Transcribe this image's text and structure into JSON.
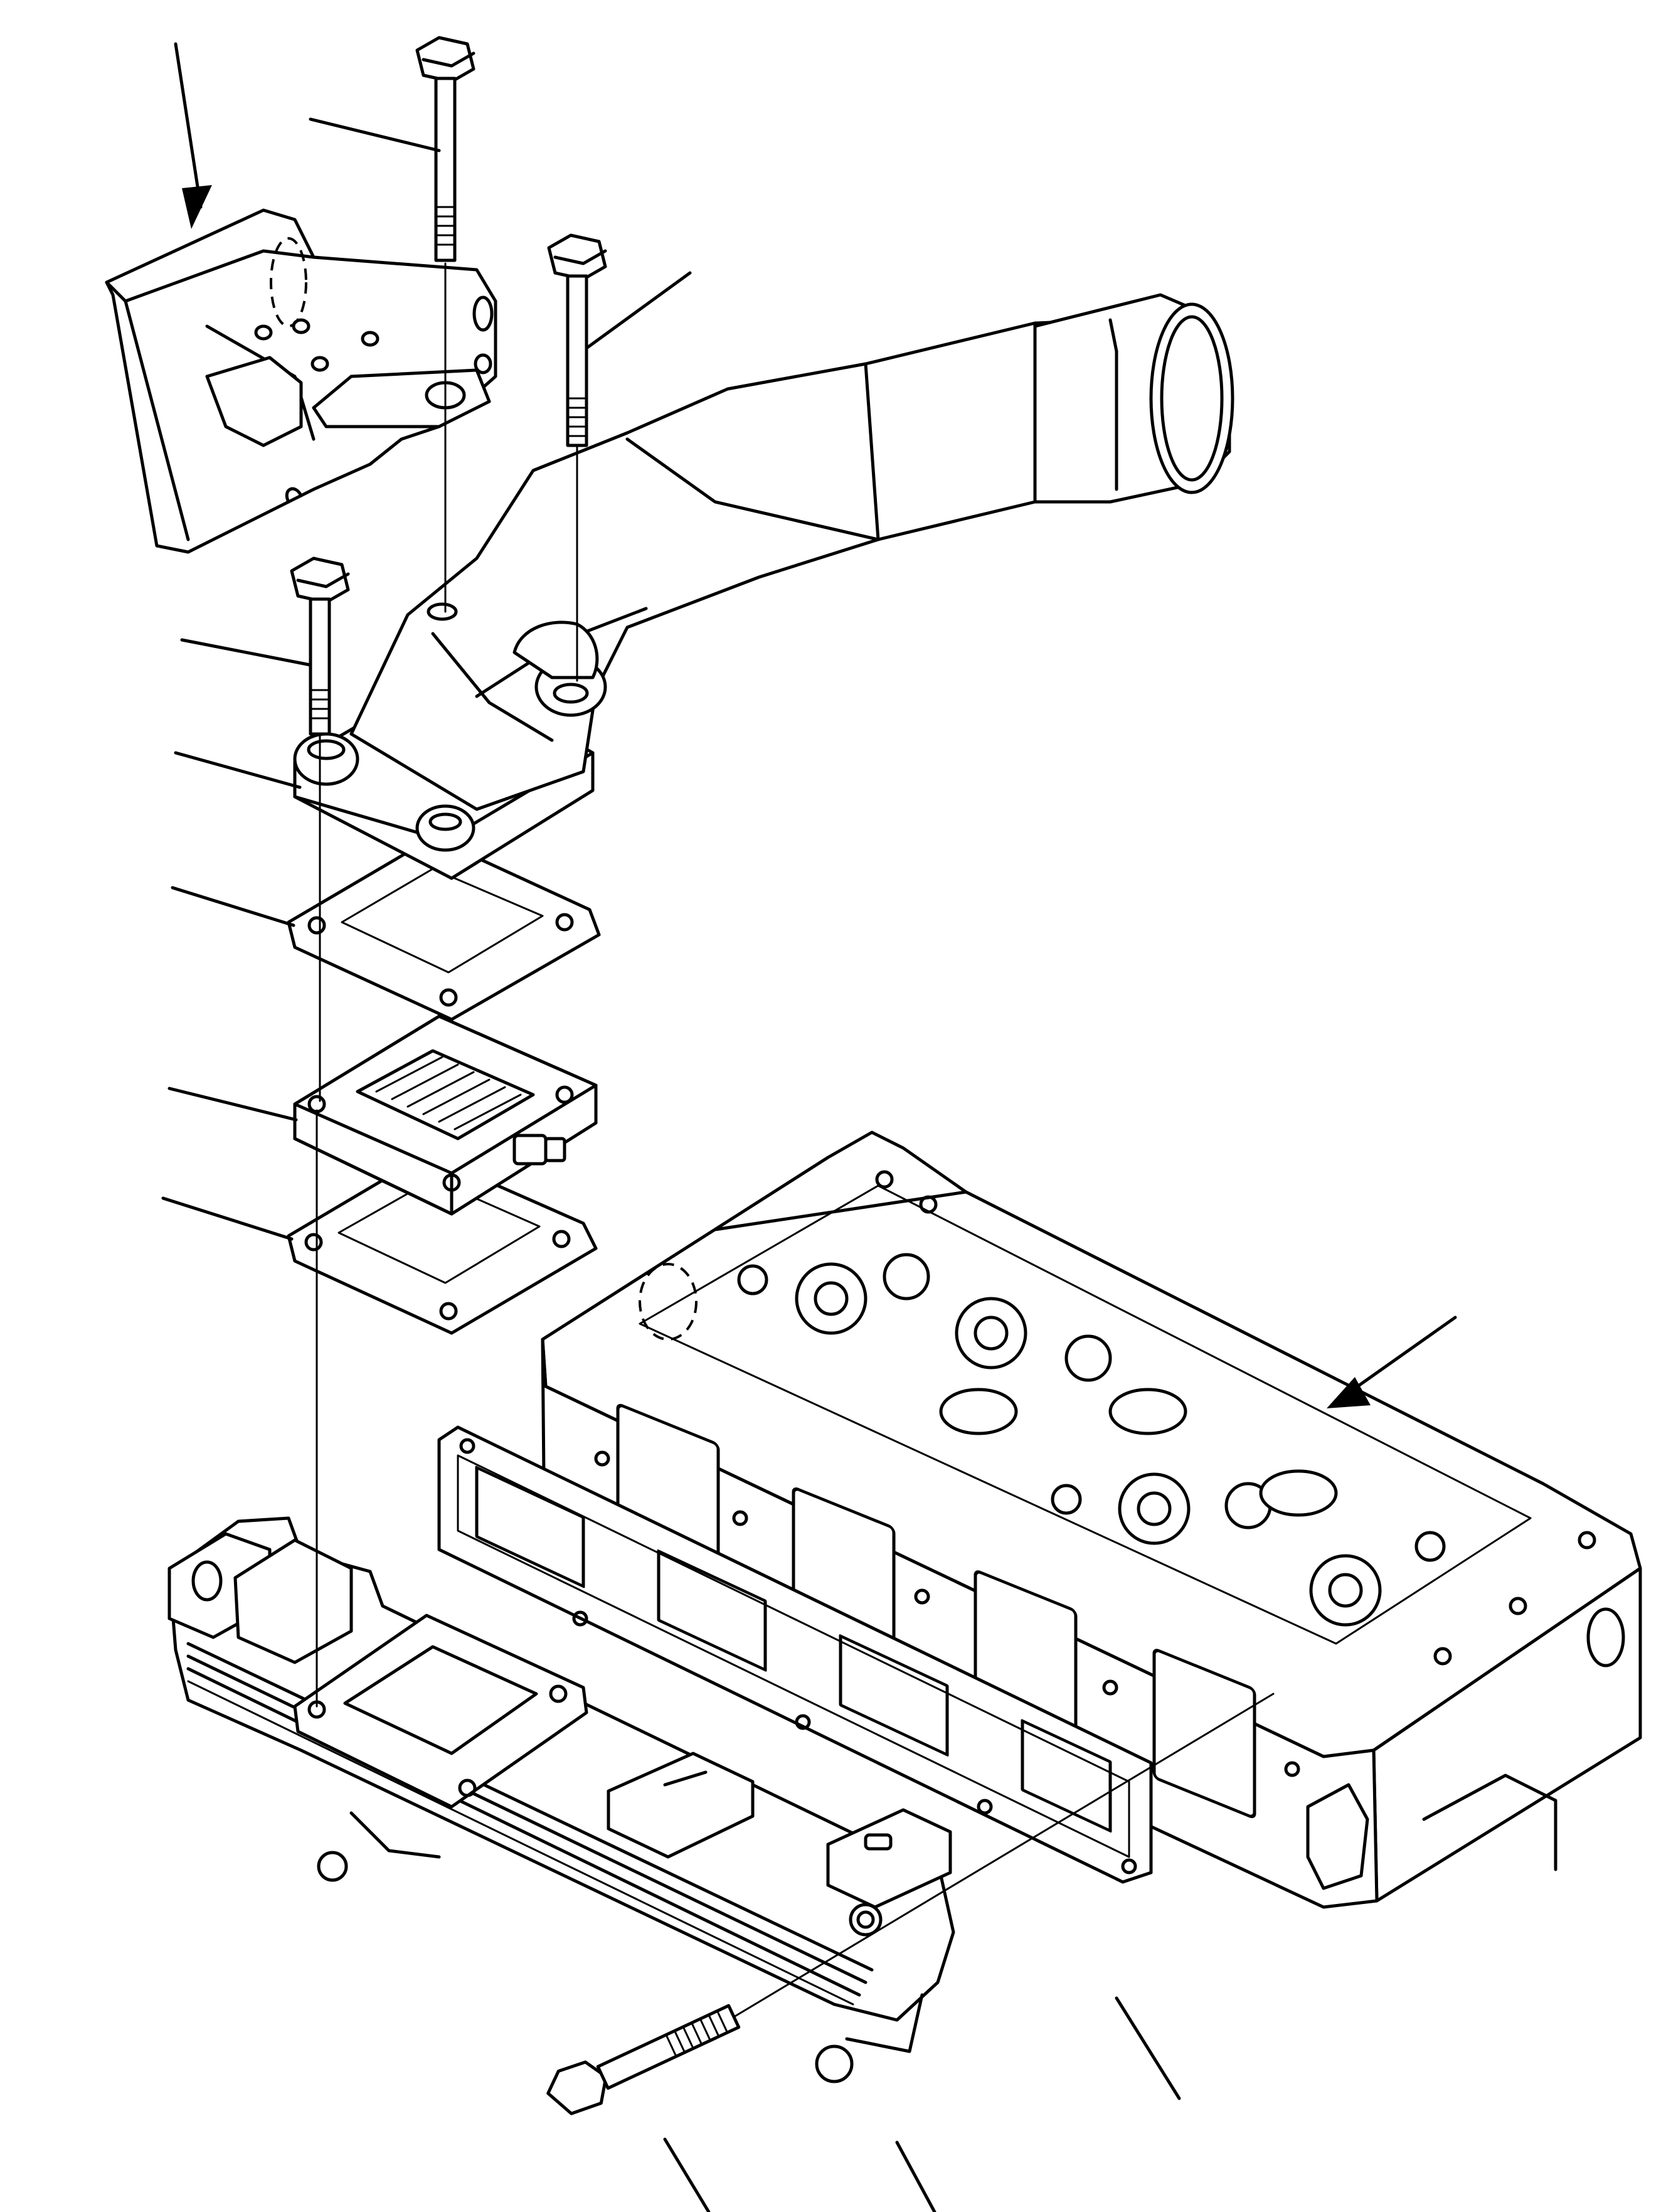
{
  "figure": {
    "corner_text": "",
    "callouts": [
      {
        "id": "arrow-bracket"
      },
      {
        "id": "leader-bolt-top"
      },
      {
        "id": "leader-bolt-right"
      },
      {
        "id": "leader-bolt-left"
      },
      {
        "id": "leader-elbow-pipe"
      },
      {
        "id": "leader-gasket-upper"
      },
      {
        "id": "leader-heater-spacer"
      },
      {
        "id": "leader-gasket-lower"
      },
      {
        "id": "arrow-cylinder-head"
      },
      {
        "id": "leader-manifold-gasket"
      },
      {
        "id": "leader-manifold-bolt"
      },
      {
        "id": "leader-intake-manifold"
      }
    ]
  }
}
